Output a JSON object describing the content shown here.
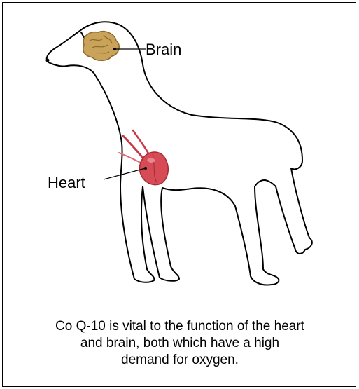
{
  "labels": {
    "brain": "Brain",
    "heart": "Heart"
  },
  "caption": {
    "line1": "Co Q-10 is vital to the function of the heart",
    "line2": "and brain, both which have a high",
    "line3": "demand for oxygen."
  },
  "colors": {
    "brain": "#c9a35a",
    "heart": "#d64b55",
    "outline": "#000000"
  },
  "icons": {
    "brain": "brain-illustration",
    "heart": "heart-illustration"
  }
}
